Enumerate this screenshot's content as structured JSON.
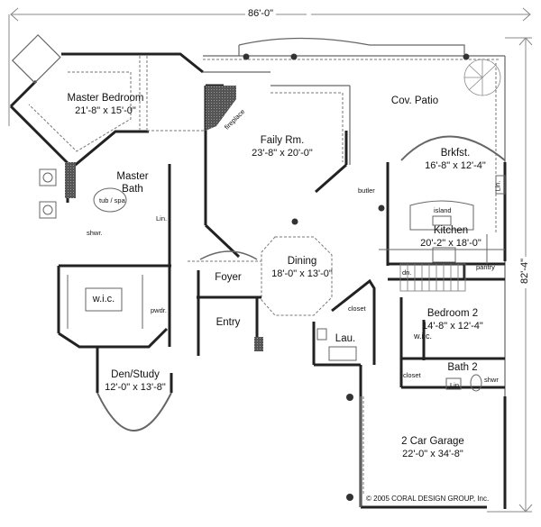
{
  "plan": {
    "overall_width": "86'-0\"",
    "overall_depth": "82'-4\"",
    "copyright": "© 2005   CORAL DESIGN GROUP, Inc."
  },
  "rooms": {
    "master_bedroom": {
      "name": "Master Bedroom",
      "dims": "21'-8\" x 15'-0\""
    },
    "family_room": {
      "name": "Faily Rm.",
      "dims": "23'-8\" x 20'-0\""
    },
    "cov_patio": {
      "name": "Cov. Patio"
    },
    "brkfst": {
      "name": "Brkfst.",
      "dims": "16'-8\" x 12'-4\""
    },
    "master_bath": {
      "name": "Master",
      "name2": "Bath"
    },
    "kitchen": {
      "name": "Kitchen",
      "dims": "20'-2\" x 18'-0\""
    },
    "dining": {
      "name": "Dining",
      "dims": "18'-0\" x 13'-0\""
    },
    "foyer": {
      "name": "Foyer"
    },
    "entry": {
      "name": "Entry"
    },
    "wic_master": {
      "name": "w.i.c."
    },
    "den_study": {
      "name": "Den/Study",
      "dims": "12'-0\" x 13'-8\""
    },
    "bedroom2": {
      "name": "Bedroom 2",
      "dims": "14'-8\" x 12'-4\""
    },
    "laundry": {
      "name": "Lau."
    },
    "bath2": {
      "name": "Bath 2"
    },
    "garage": {
      "name": "2 Car Garage",
      "dims": "22'-0\" x 34'-8\""
    }
  },
  "small_labels": {
    "fireplace": "fireplace",
    "tub_spa": "tub / spa",
    "linen_master": "Lin.",
    "shower_master": "shwr.",
    "powder": "pwdr.",
    "butler": "butler",
    "island": "island",
    "linen_kitchen": "Lin.",
    "pantry": "pantry",
    "down": "dn.",
    "closet_dining": "closet",
    "wic_bed2": "w.i.c.",
    "closet_hall": "closet",
    "linen_bath2": "Lin",
    "shower_bath2": "shwr"
  }
}
